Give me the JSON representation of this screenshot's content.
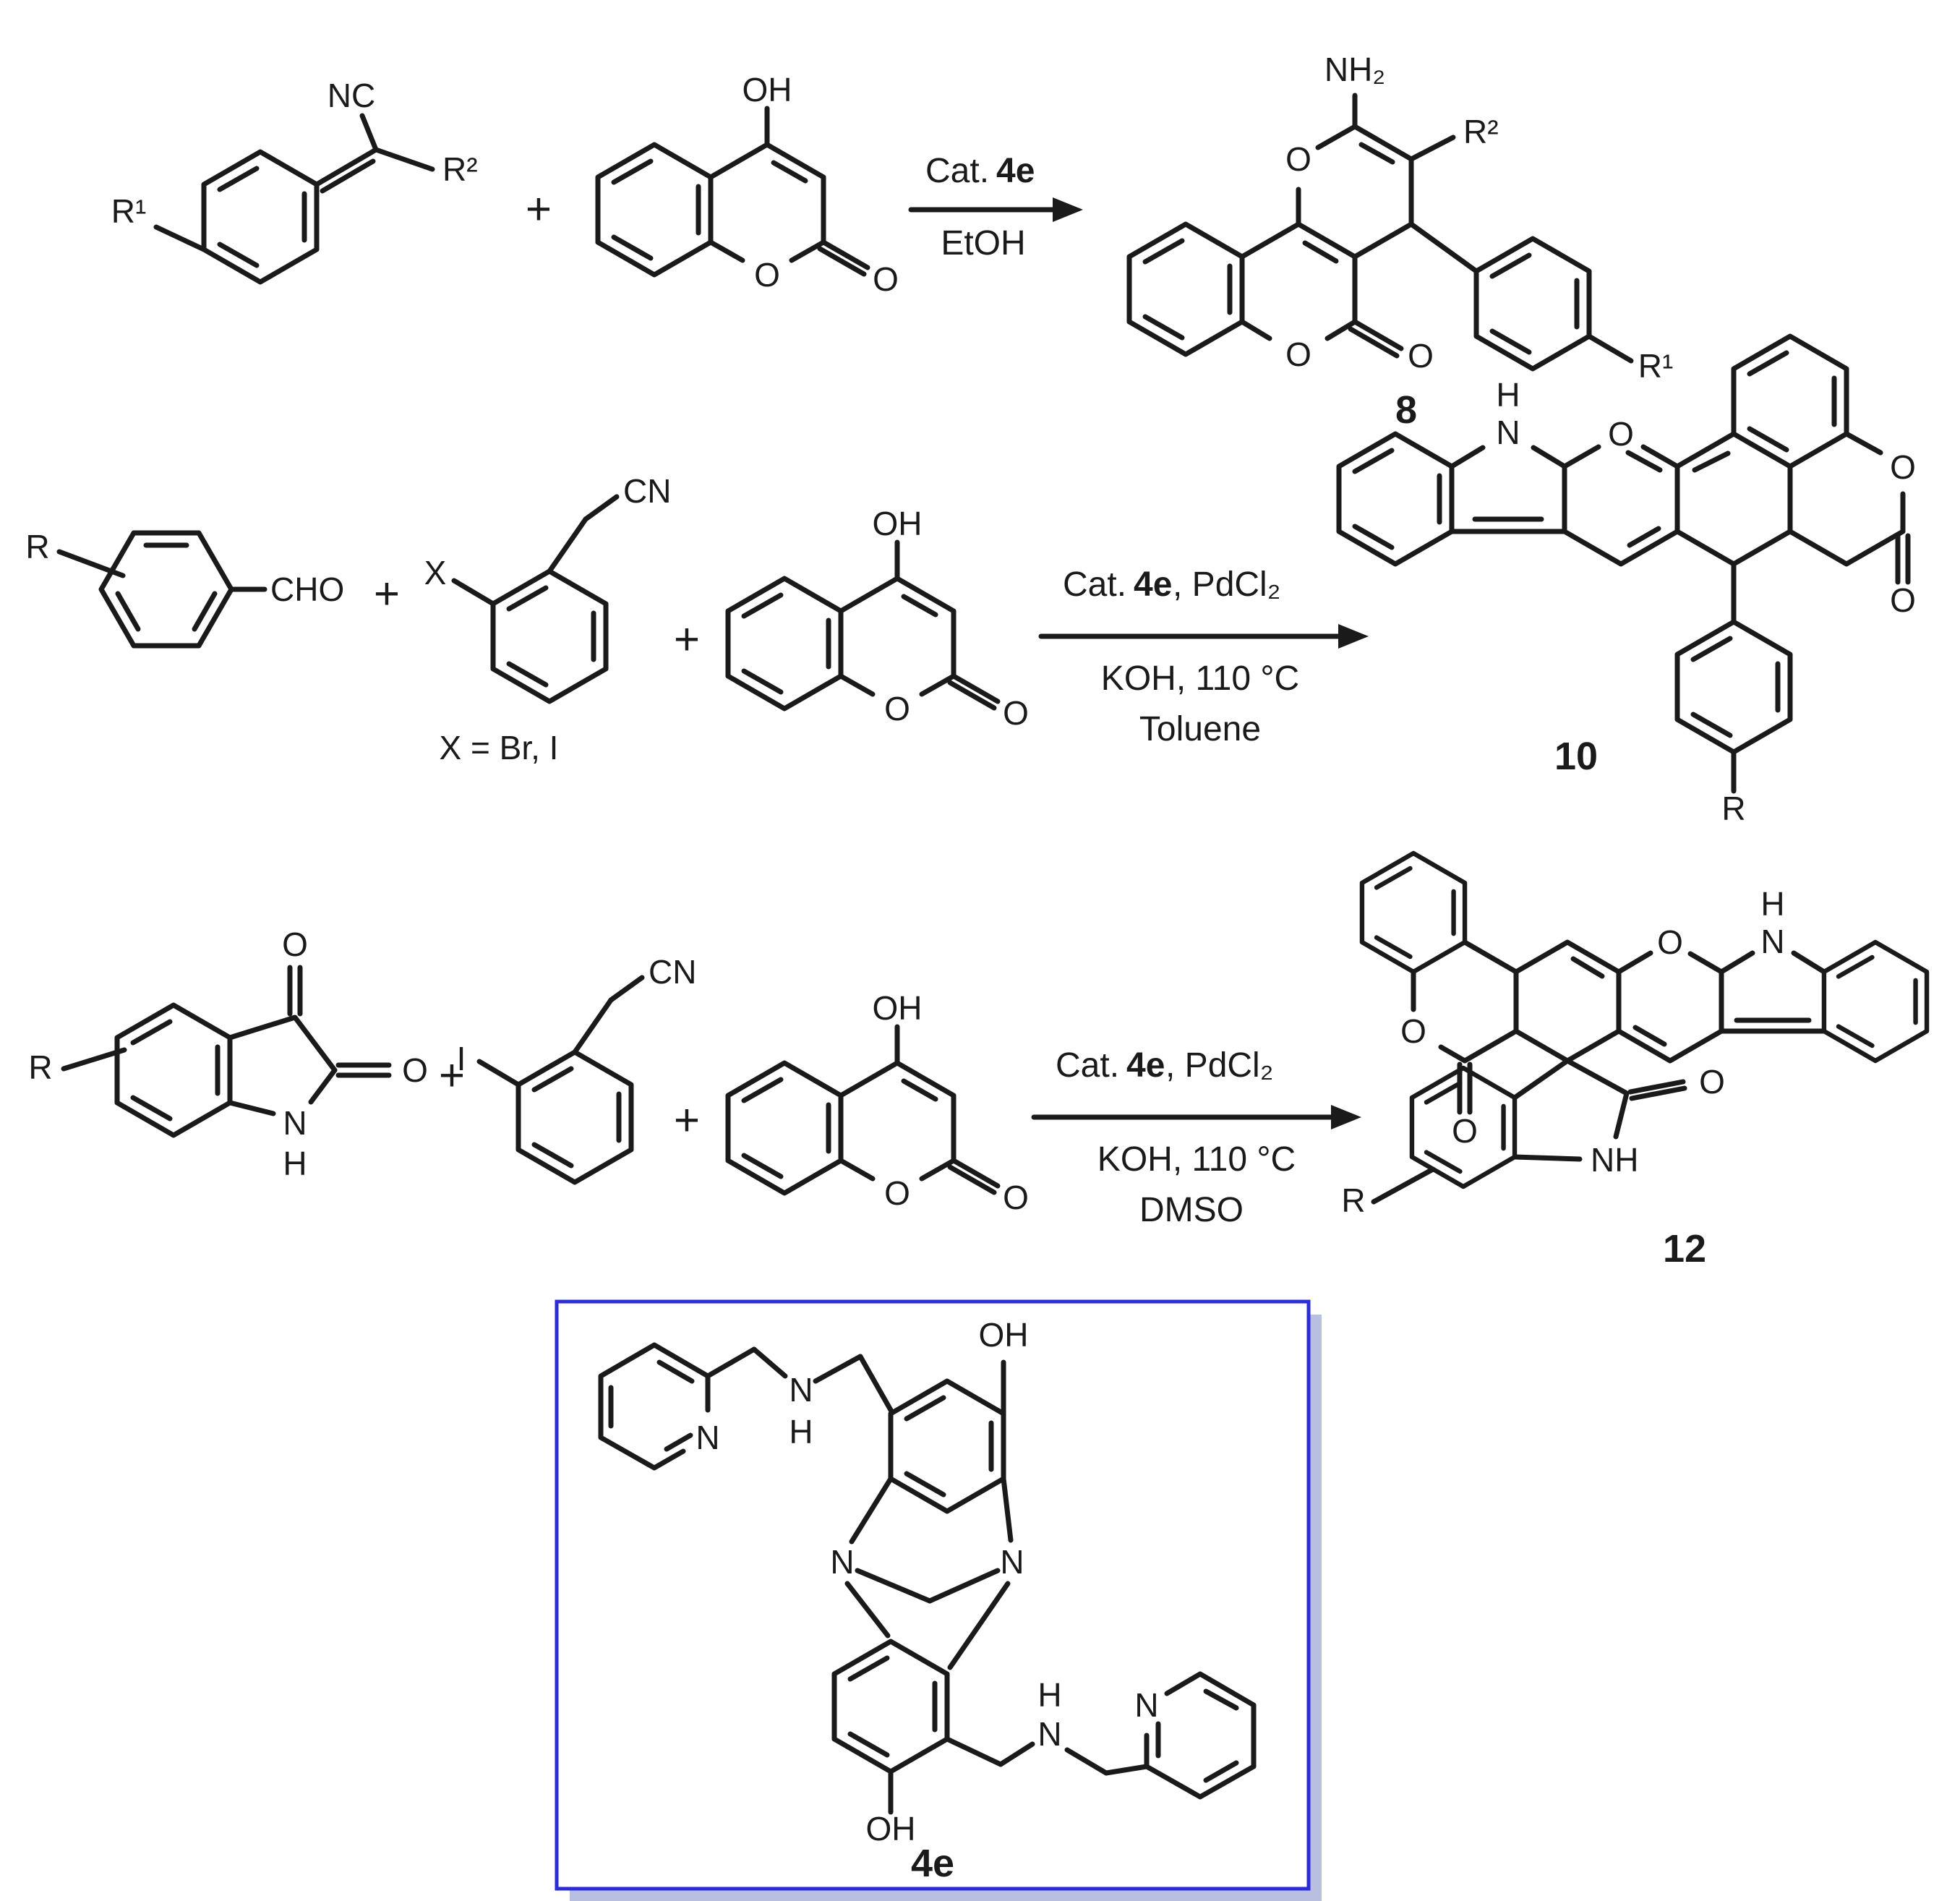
{
  "labels": {
    "o": "O",
    "n": "N",
    "h": "H",
    "oh": "OH",
    "nh": "NH",
    "nh2": "NH₂",
    "plus": "+",
    "r": "R",
    "r1": "R¹",
    "r2": "R²",
    "nc": "NC",
    "cn": "CN",
    "cho": "CHO",
    "x": "X",
    "i": "I"
  },
  "annotations": {
    "x_values": "X = Br, I"
  },
  "conditions": {
    "cat": "Cat.",
    "cat_id": "4e",
    "pd": ", PdCl₂",
    "r1_solvent": "EtOH",
    "base_temp": "KOH, 110 °C",
    "r2_solvent": "Toluene",
    "r3_solvent": "DMSO"
  },
  "compounds": {
    "p8": "8",
    "p10": "10",
    "p12": "12",
    "catalyst": "4e"
  }
}
